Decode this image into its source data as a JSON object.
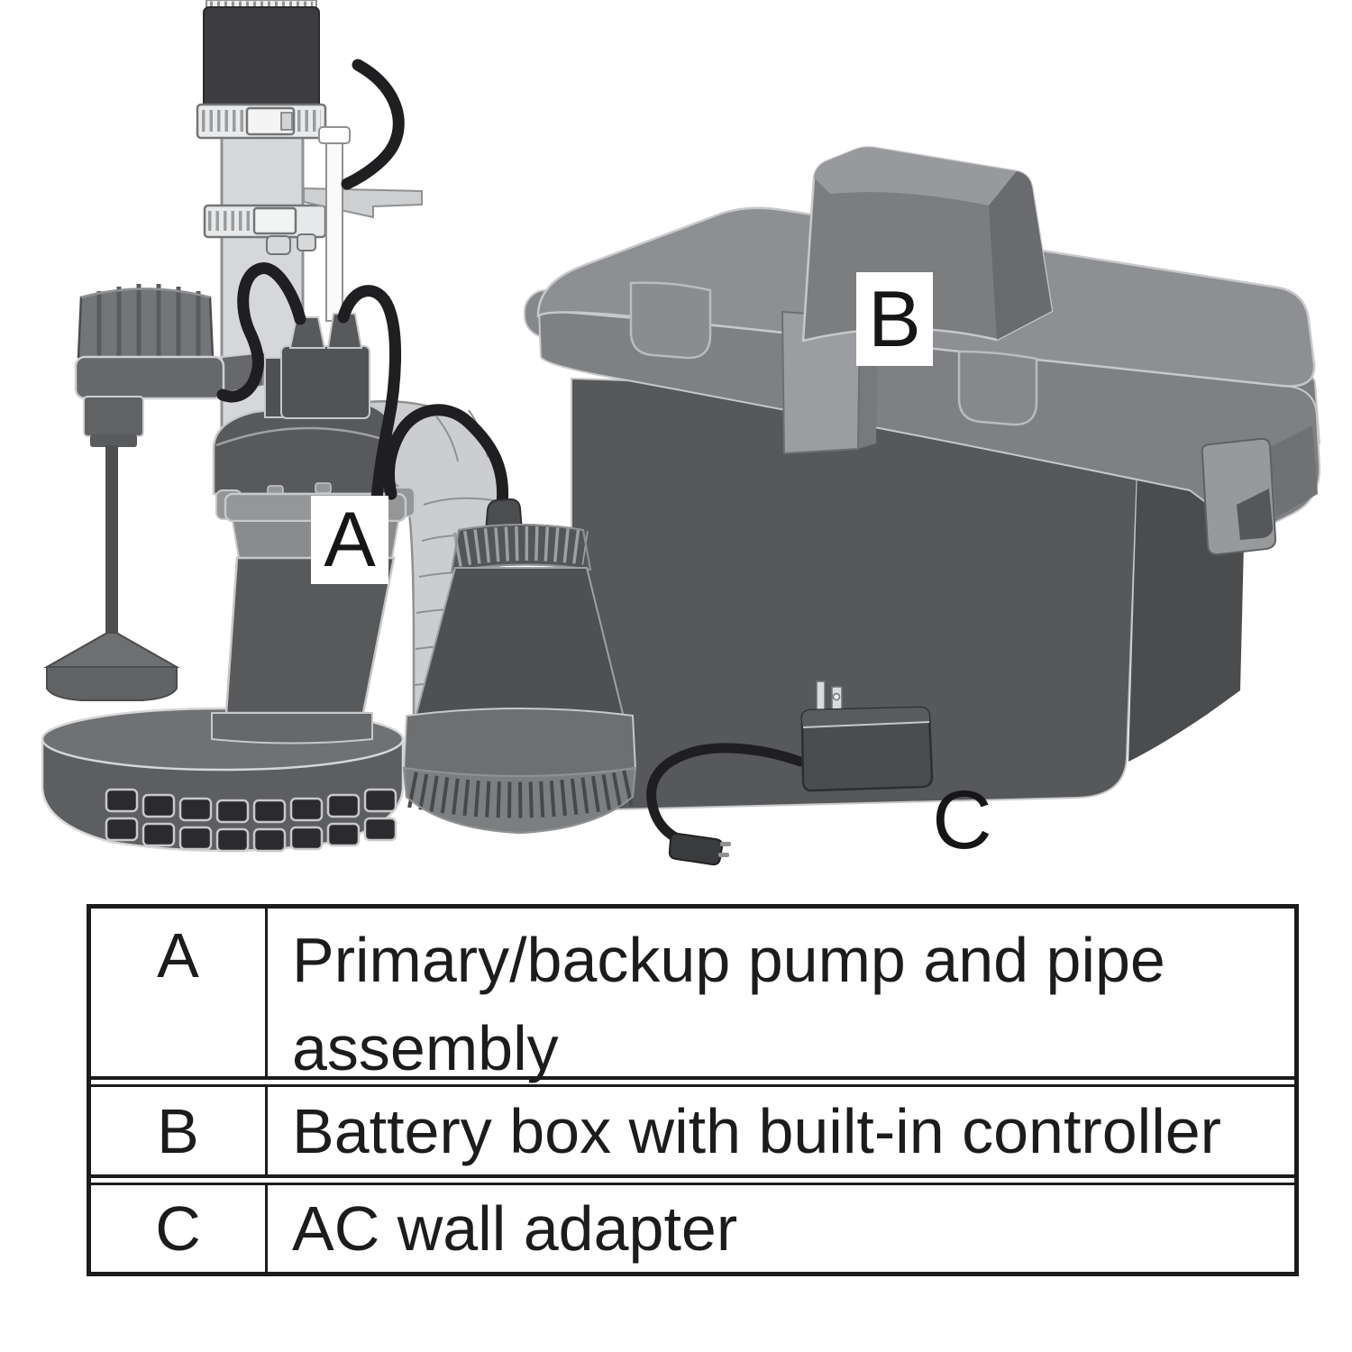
{
  "diagram": {
    "callouts": {
      "a": "A",
      "b": "B",
      "c": "C"
    }
  },
  "legend_table": {
    "rows": [
      {
        "key": "A",
        "description": "Primary/backup pump and pipe assembly"
      },
      {
        "key": "B",
        "description": "Battery box with built-in controller"
      },
      {
        "key": "C",
        "description": "AC wall adapter"
      }
    ]
  },
  "colors": {
    "background": "#ffffff",
    "ink": "#1c1c1e",
    "pump_dark_gray": "#58595b",
    "mid_gray": "#808285",
    "light_gray_pipe": "#d1d3d4",
    "cable_black": "#1f1f21",
    "lid_gray": "#8d8f92"
  }
}
